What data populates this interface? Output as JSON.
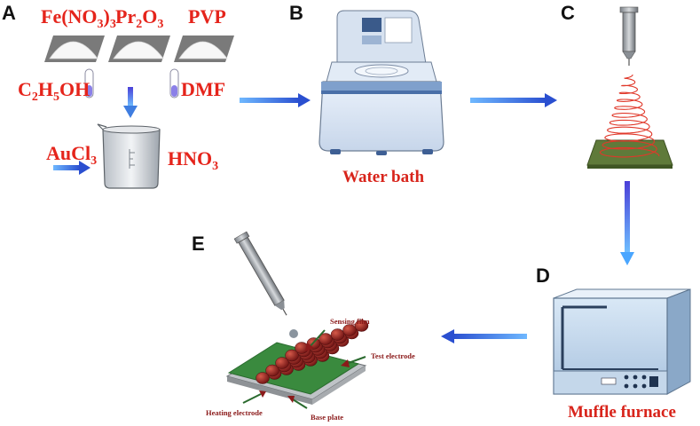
{
  "panels": {
    "a": "A",
    "b": "B",
    "c": "C",
    "d": "D",
    "e": "E"
  },
  "reagents": {
    "fe": {
      "main": "Fe(NO",
      "sub": "3",
      "tail": ")",
      "sub2": "3"
    },
    "pr": {
      "main": "Pr",
      "sub": "2",
      "tail": "O",
      "sub2": "3"
    },
    "pvp": "PVP",
    "ethanol": {
      "a": "C",
      "s1": "2",
      "b": "H",
      "s2": "5",
      "c": "OH"
    },
    "dmf": "DMF",
    "aucl": {
      "main": "AuCl",
      "sub": "3"
    },
    "hno": {
      "main": "HNO",
      "sub": "3"
    }
  },
  "captions": {
    "water_bath": "Water bath",
    "muffle_furnace": "Muffle furnace"
  },
  "sensor_labels": {
    "sensing_film": "Sensing film",
    "test_electrode": "Test electrode",
    "heating_electrode": "Heating electrode",
    "base_plate": "Base plate"
  },
  "colors": {
    "label_red": "#e5241b",
    "arrow_blue": "#2f6fd8",
    "board_green": "#3a8a3e",
    "bead_red": "#8e1b1b"
  }
}
